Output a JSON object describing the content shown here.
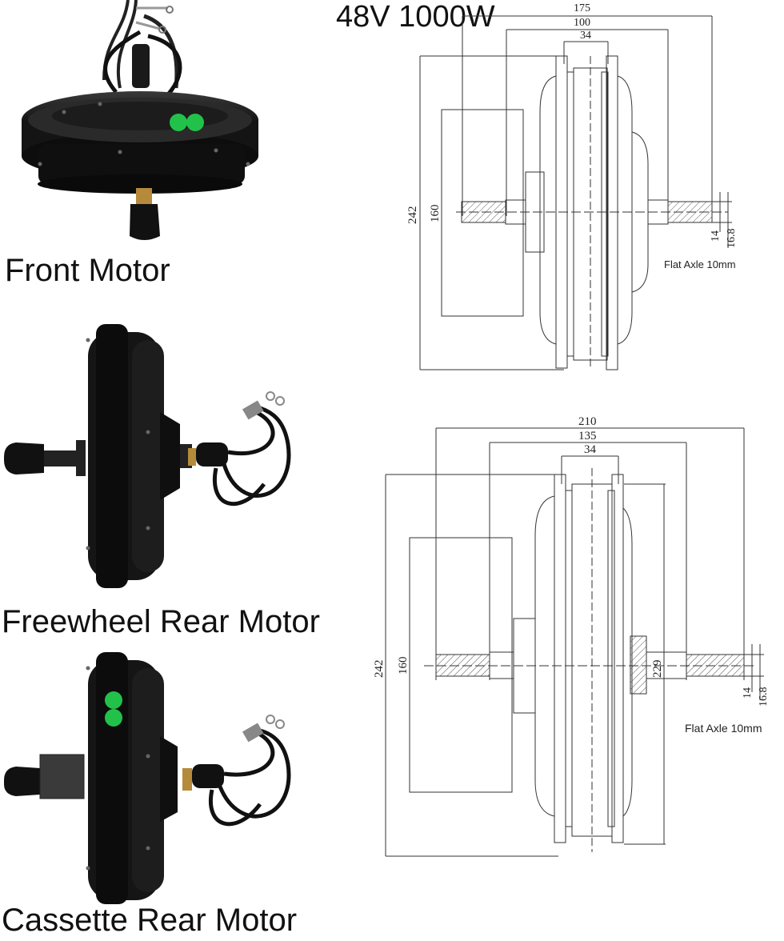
{
  "title": "48V 1000W",
  "captions": {
    "front": "Front Motor",
    "freewheel": "Freewheel Rear Motor",
    "cassette": "Cassette Rear Motor"
  },
  "front_drawing": {
    "dim_overall": "175",
    "dim_mid": "100",
    "dim_hub": "34",
    "dim_height": "242",
    "dim_flange": "160",
    "dim_axle_small": "14",
    "dim_axle_large": "16.8",
    "note": "Flat Axle 10mm"
  },
  "rear_drawing": {
    "dim_overall": "210",
    "dim_mid": "135",
    "dim_hub": "34",
    "dim_height": "242",
    "dim_flange": "160",
    "dim_freewheel": "229",
    "dim_axle_small": "14",
    "dim_axle_large": "16.8",
    "note": "Flat Axle 10mm"
  },
  "colors": {
    "motor_body": "#1a1a1a",
    "sticker": "#22c24a",
    "line": "#333333"
  }
}
